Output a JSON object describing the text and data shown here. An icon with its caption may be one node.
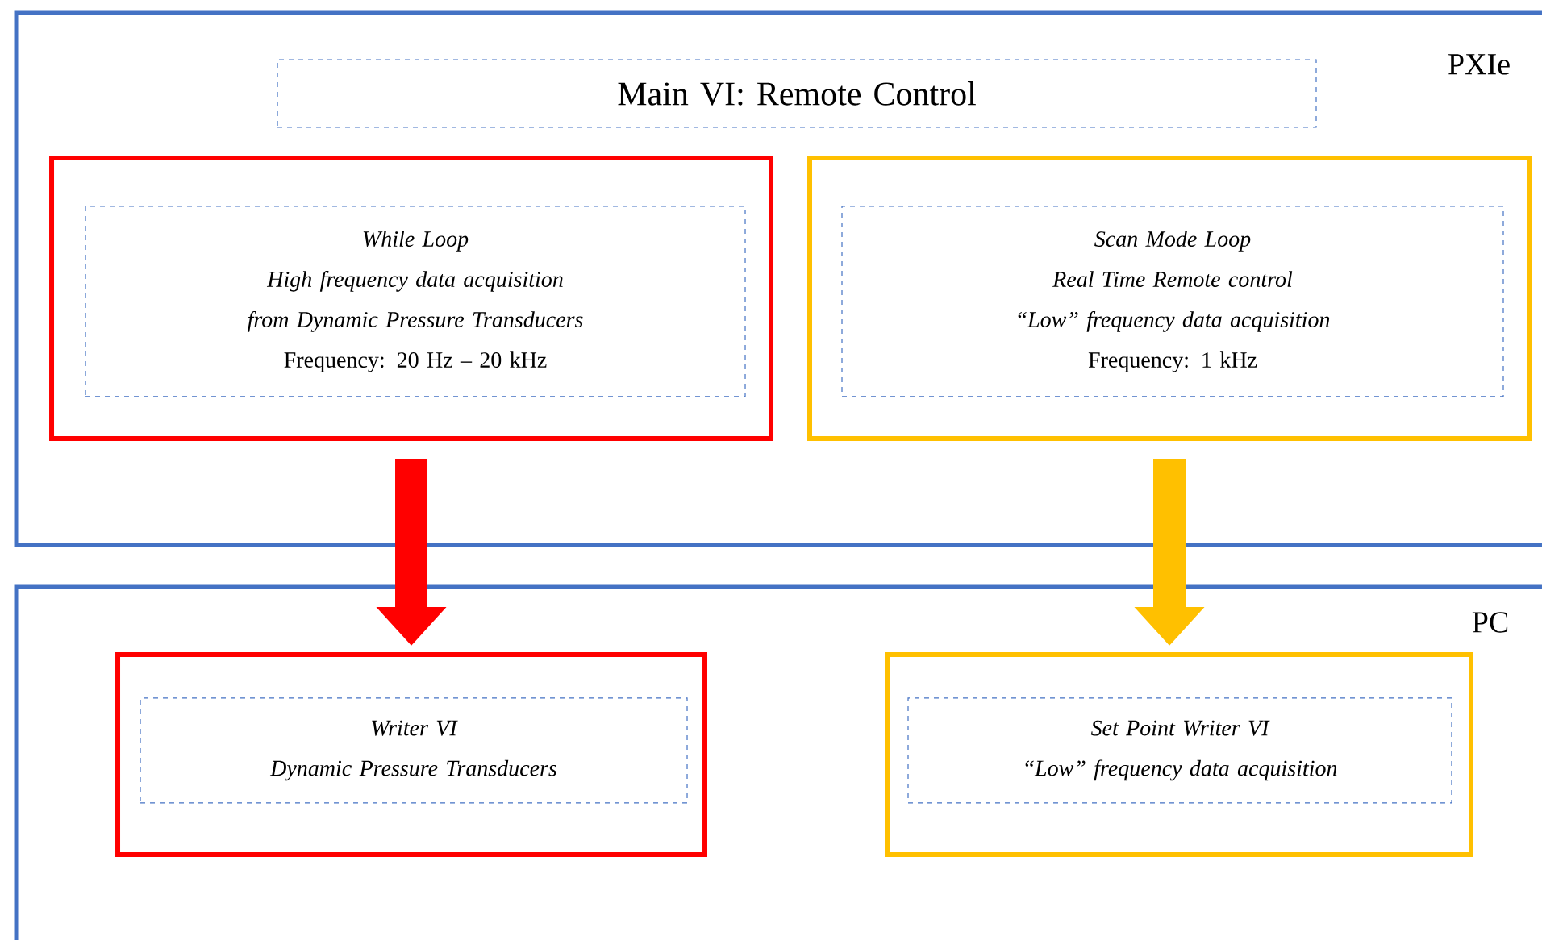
{
  "diagram": {
    "nodes": [
      {
        "text": [
          "PXIe"
        ]
      },
      {
        "text": [
          "Main VI: Remote Control"
        ],
        "in": 0
      },
      {
        "text": [],
        "shape": "box",
        "in": 0
      },
      {
        "text": [
          "While Loop",
          "High frequency data acquisition from Dynamic Pressure Transducers",
          "Frequency: 20 Hz – 20 kHz"
        ],
        "in": 2
      },
      {
        "text": [],
        "shape": "box",
        "in": 0
      },
      {
        "text": [
          "Scan Mode Loop",
          "Real Time Remote control",
          "“Low” frequency data acquisition",
          "Frequency: 1 kHz"
        ],
        "in": 4
      },
      {
        "text": [
          "PC"
        ]
      },
      {
        "text": [],
        "shape": "box",
        "in": 6
      },
      {
        "text": [
          "Writer VI",
          "Dynamic Pressure Transducers"
        ],
        "in": 7
      },
      {
        "text": [],
        "shape": "box",
        "in": 6
      },
      {
        "text": [
          "Set Point Writer VI",
          "“Low” frequency data acquisition"
        ],
        "in": 9
      }
    ],
    "edges": [
      {
        "from": 2,
        "to": 7,
        "arrow": "to",
        "color": "#ff0000"
      },
      {
        "from": 4,
        "to": 9,
        "arrow": "to",
        "color": "#ffc000"
      }
    ]
  }
}
